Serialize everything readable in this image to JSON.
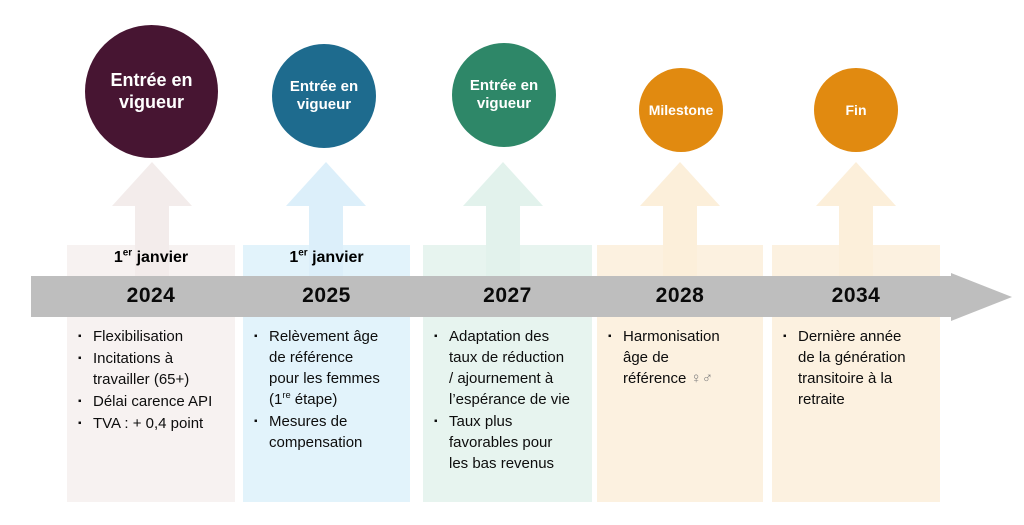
{
  "slide": {
    "bar_color": "#BEBEBE",
    "columns": [
      {
        "badge": "Entrée en vigueur",
        "date": "1^er^ janvier",
        "year": "2024",
        "items": [
          "Flexibilisation",
          "Incitations à travailler (65+)",
          "Délai carence API",
          "TVA : + 0,4 point"
        ],
        "circle_color": "#471532",
        "arrow_color": "#F3ECEB",
        "column_color": "#F7F2F1"
      },
      {
        "badge": "Entrée en vigueur",
        "date": "1^er^ janvier",
        "year": "2025",
        "items": [
          "Relèvement âge de référence pour les femmes (1^re^ étape)",
          "Mesures de compensation"
        ],
        "circle_color": "#1E6B8E",
        "arrow_color": "#DCEFFA",
        "column_color": "#E2F3FB"
      },
      {
        "badge": "Entrée en vigueur",
        "date": "",
        "year": "2027",
        "items": [
          "Adaptation des taux de réduction / ajournement à l’espérance de vie",
          "Taux plus favorables pour les bas revenus"
        ],
        "circle_color": "#2E8768",
        "arrow_color": "#E2F2EC",
        "column_color": "#E7F4EF"
      },
      {
        "badge": "Milestone",
        "date": "",
        "year": "2028",
        "items": [
          "Harmonisation âge de référence ~♀♂~"
        ],
        "circle_color": "#E18A10",
        "arrow_color": "#FCEFDA",
        "column_color": "#FCF1E0"
      },
      {
        "badge": "Fin",
        "date": "",
        "year": "2034",
        "items": [
          "Dernière année de la génération transitoire à la retraite"
        ],
        "circle_color": "#E18A10",
        "arrow_color": "#FCEFDA",
        "column_color": "#FCF1E0"
      }
    ]
  }
}
